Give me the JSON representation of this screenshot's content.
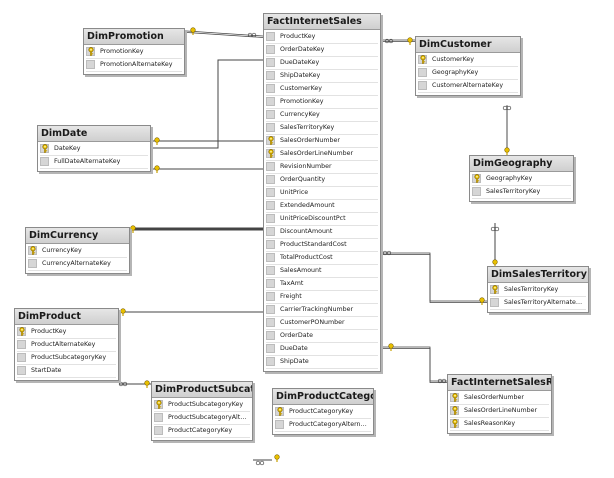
{
  "colors": {
    "line": "#444444",
    "key": "#e0b400",
    "title_bg": "#d9d9d9"
  },
  "icons": {
    "primary_key": "key-icon",
    "column": "column-icon",
    "relationship_end": "infinity-icon"
  },
  "tables": {
    "promotion": {
      "title": "DimPromotion",
      "columns": [
        {
          "name": "PromotionKey",
          "pk": true
        },
        {
          "name": "PromotionAlternateKey",
          "pk": false
        }
      ]
    },
    "date": {
      "title": "DimDate",
      "columns": [
        {
          "name": "DateKey",
          "pk": true
        },
        {
          "name": "FullDateAlternateKey",
          "pk": false
        }
      ]
    },
    "currency": {
      "title": "DimCurrency",
      "columns": [
        {
          "name": "CurrencyKey",
          "pk": true
        },
        {
          "name": "CurrencyAlternateKey",
          "pk": false
        }
      ]
    },
    "product": {
      "title": "DimProduct",
      "columns": [
        {
          "name": "ProductKey",
          "pk": true
        },
        {
          "name": "ProductAlternateKey",
          "pk": false
        },
        {
          "name": "ProductSubcategoryKey",
          "pk": false
        },
        {
          "name": "StartDate",
          "pk": false
        }
      ]
    },
    "subcategory": {
      "title": "DimProductSubcategc",
      "columns": [
        {
          "name": "ProductSubcategoryKey",
          "pk": true
        },
        {
          "name": "ProductSubcategoryAlt…",
          "pk": false
        },
        {
          "name": "ProductCategoryKey",
          "pk": false
        }
      ]
    },
    "category": {
      "title": "DimProductCategory",
      "columns": [
        {
          "name": "ProductCategoryKey",
          "pk": true
        },
        {
          "name": "ProductCategoryAltern…",
          "pk": false
        }
      ]
    },
    "sales": {
      "title": "FactInternetSales",
      "columns": [
        {
          "name": "ProductKey",
          "pk": false
        },
        {
          "name": "OrderDateKey",
          "pk": false
        },
        {
          "name": "DueDateKey",
          "pk": false
        },
        {
          "name": "ShipDateKey",
          "pk": false
        },
        {
          "name": "CustomerKey",
          "pk": false
        },
        {
          "name": "PromotionKey",
          "pk": false
        },
        {
          "name": "CurrencyKey",
          "pk": false
        },
        {
          "name": "SalesTerritoryKey",
          "pk": false
        },
        {
          "name": "SalesOrderNumber",
          "pk": true
        },
        {
          "name": "SalesOrderLineNumber",
          "pk": true
        },
        {
          "name": "RevisionNumber",
          "pk": false
        },
        {
          "name": "OrderQuantity",
          "pk": false
        },
        {
          "name": "UnitPrice",
          "pk": false
        },
        {
          "name": "ExtendedAmount",
          "pk": false
        },
        {
          "name": "UnitPriceDiscountPct",
          "pk": false
        },
        {
          "name": "DiscountAmount",
          "pk": false
        },
        {
          "name": "ProductStandardCost",
          "pk": false
        },
        {
          "name": "TotalProductCost",
          "pk": false
        },
        {
          "name": "SalesAmount",
          "pk": false
        },
        {
          "name": "TaxAmt",
          "pk": false
        },
        {
          "name": "Freight",
          "pk": false
        },
        {
          "name": "CarrierTrackingNumber",
          "pk": false
        },
        {
          "name": "CustomerPONumber",
          "pk": false
        },
        {
          "name": "OrderDate",
          "pk": false
        },
        {
          "name": "DueDate",
          "pk": false
        },
        {
          "name": "ShipDate",
          "pk": false
        }
      ]
    },
    "customer": {
      "title": "DimCustomer",
      "columns": [
        {
          "name": "CustomerKey",
          "pk": true
        },
        {
          "name": "GeographyKey",
          "pk": false
        },
        {
          "name": "CustomerAlternateKey",
          "pk": false
        }
      ]
    },
    "geography": {
      "title": "DimGeography",
      "columns": [
        {
          "name": "GeographyKey",
          "pk": true
        },
        {
          "name": "SalesTerritoryKey",
          "pk": false
        }
      ]
    },
    "territory": {
      "title": "DimSalesTerritory",
      "columns": [
        {
          "name": "SalesTerritoryKey",
          "pk": true
        },
        {
          "name": "SalesTerritoryAlternate…",
          "pk": false
        }
      ]
    },
    "reason": {
      "title": "FactInternetSalesRea",
      "columns": [
        {
          "name": "SalesOrderNumber",
          "pk": true
        },
        {
          "name": "SalesOrderLineNumber",
          "pk": true
        },
        {
          "name": "SalesReasonKey",
          "pk": true
        }
      ]
    }
  }
}
